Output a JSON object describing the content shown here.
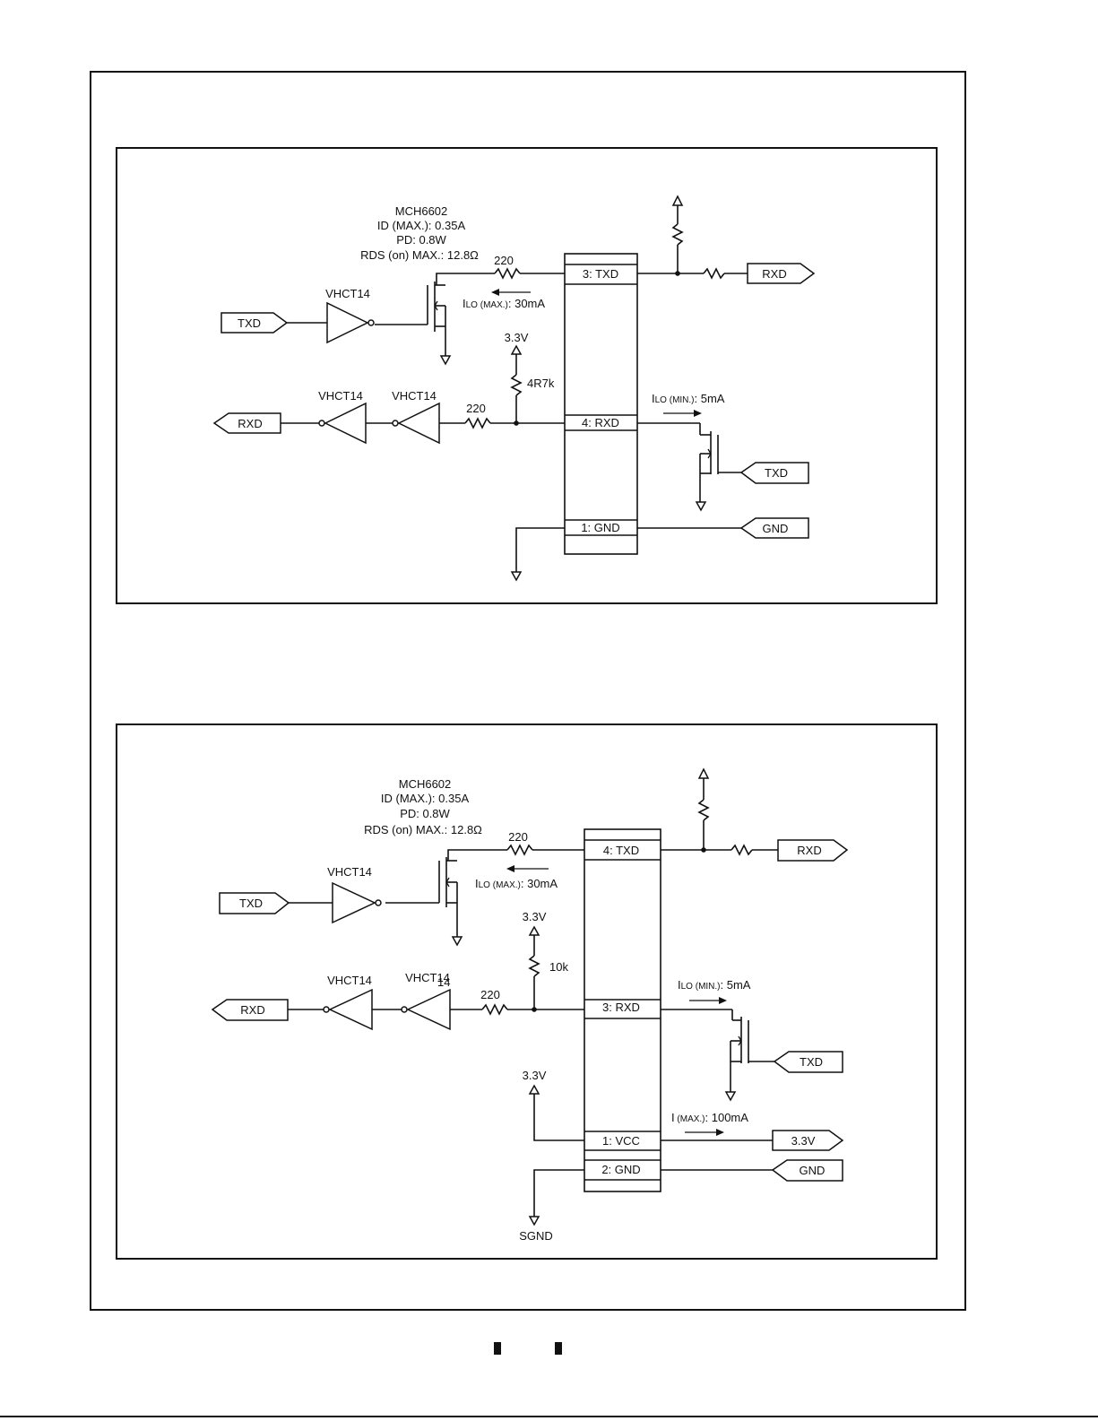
{
  "diagram1": {
    "transistor_spec": [
      "MCH6602",
      "ID (MAX.): 0.35A",
      "PD: 0.8W",
      "RDS (on) MAX.: 12.8Ω"
    ],
    "gate_top": "VHCT14",
    "gate_rx1": "VHCT14",
    "gate_rx2": "VHCT14",
    "r_tx": "220",
    "r_rx": "220",
    "r_pullup": "4R7k",
    "supply_label": "3.3V",
    "ilo_max_prefix": "I",
    "ilo_max_sub": "LO (MAX.)",
    "ilo_max_value": ": 30mA",
    "ilo_min_prefix": "I",
    "ilo_min_sub": "LO (MIN.)",
    "ilo_min_value": ": 5mA",
    "pin_txd": "3: TXD",
    "pin_rxd": "4: RXD",
    "pin_gnd": "1: GND",
    "port_left_txd": "TXD",
    "port_left_rxd": "RXD",
    "port_right_rxd": "RXD",
    "port_right_txd": "TXD",
    "port_right_gnd": "GND"
  },
  "diagram2": {
    "transistor_spec": [
      "MCH6602",
      "ID (MAX.): 0.35A",
      "PD: 0.8W",
      "RDS (on) MAX.: 12.8Ω"
    ],
    "gate_top": "VHCT14",
    "gate_rx1": "VHCT14",
    "gate_rx2": "VHCT14",
    "gate_rx2_overlap": "14",
    "r_tx": "220",
    "r_rx": "220",
    "r_pullup": "10k",
    "supply_label": "3.3V",
    "supply_label_vcc": "3.3V",
    "ilo_max_prefix": "I",
    "ilo_max_sub": "LO (MAX.)",
    "ilo_max_value": ": 30mA",
    "ilo_min_prefix": "I",
    "ilo_min_sub": "LO (MIN.)",
    "ilo_min_value": ": 5mA",
    "imax_prefix": "I",
    "imax_sub": " (MAX.)",
    "imax_value": ": 100mA",
    "pin_txd": "4: TXD",
    "pin_rxd": "3: RXD",
    "pin_vcc": "1: VCC",
    "pin_gnd": "2: GND",
    "port_left_txd": "TXD",
    "port_left_rxd": "RXD",
    "port_right_rxd": "RXD",
    "port_right_txd": "TXD",
    "port_right_vcc": "3.3V",
    "port_right_gnd": "GND",
    "sgnd_label": "SGND"
  }
}
